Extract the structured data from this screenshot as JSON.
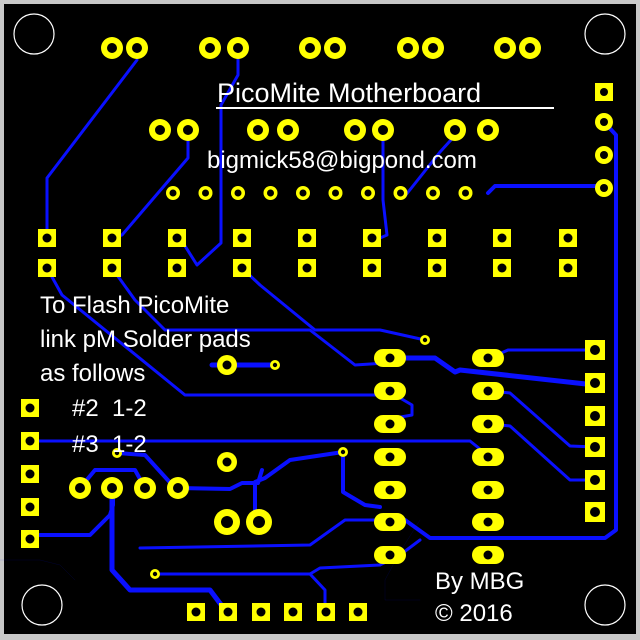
{
  "board": {
    "title": "PicoMite Motherboard",
    "email": "bigmick58@bigpond.com",
    "instructions": [
      "To Flash PicoMite",
      "link pM Solder pads",
      "as follows",
      "#2  1-2",
      "#3  1-2"
    ],
    "credit_line1": "By MBG",
    "credit_line2": "© 2016"
  },
  "colors": {
    "background": "#000000",
    "pad": "#ffff00",
    "trace": "#0a10ff",
    "silkscreen": "#ffffff",
    "frame": "#c8c8c8"
  },
  "icons": {
    "mounting_hole": "mounting-hole-icon",
    "round_pad": "round-pad-icon",
    "square_pad": "square-pad-icon",
    "oval_pad": "oval-pad-icon",
    "via": "via-icon"
  }
}
